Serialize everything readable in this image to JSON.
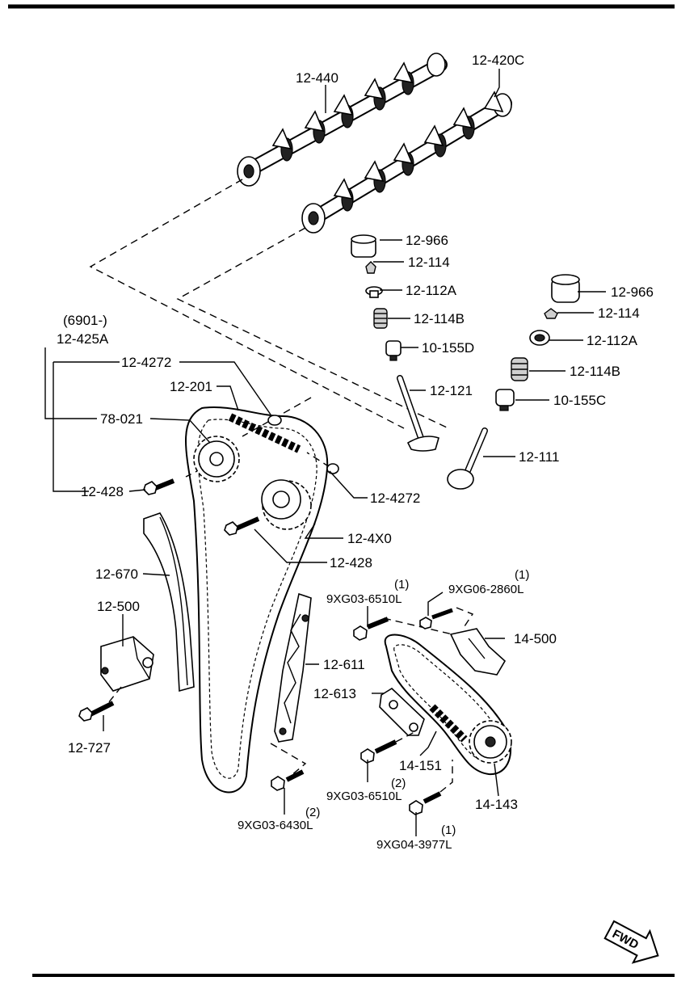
{
  "labels": {
    "camshaft_exhaust": "12-440",
    "camshaft_intake": "12-420C",
    "tappet_a": "12-966",
    "key_a": "12-114",
    "seat_a": "12-112A",
    "spring_a": "12-114B",
    "seal_a": "10-155D",
    "tappet_b": "12-966",
    "key_b": "12-114",
    "seat_b": "12-112A",
    "spring_b": "12-114B",
    "seal_b": "10-155C",
    "valve_exhaust": "12-121",
    "valve_intake": "12-111",
    "serial_note": "(6901-)",
    "sprocket_assy": "12-425A",
    "washer_top": "12-4272",
    "chain": "12-201",
    "sprocket": "78-021",
    "bolt_top": "12-428",
    "washer_right": "12-4272",
    "vvt_actuator": "12-4X0",
    "bolt_vvt": "12-428",
    "guide": "12-670",
    "tensioner": "12-500",
    "tensioner_bolt": "12-727",
    "bolt_a": "9XG03-6510L",
    "bolt_a_qty": "(1)",
    "bolt_b": "9XG06-2860L",
    "bolt_b_qty": "(1)",
    "oil_pump_guide": "14-500",
    "chain_guide": "12-611",
    "pump_tensioner": "12-613",
    "pump_chain": "14-151",
    "bolt_c": "9XG03-6510L",
    "bolt_c_qty": "(2)",
    "pump_sprocket": "14-143",
    "bolt_d": "9XG03-6430L",
    "bolt_d_qty": "(2)",
    "bolt_e": "9XG04-3977L",
    "bolt_e_qty": "(1)",
    "fwd": "FWD"
  }
}
